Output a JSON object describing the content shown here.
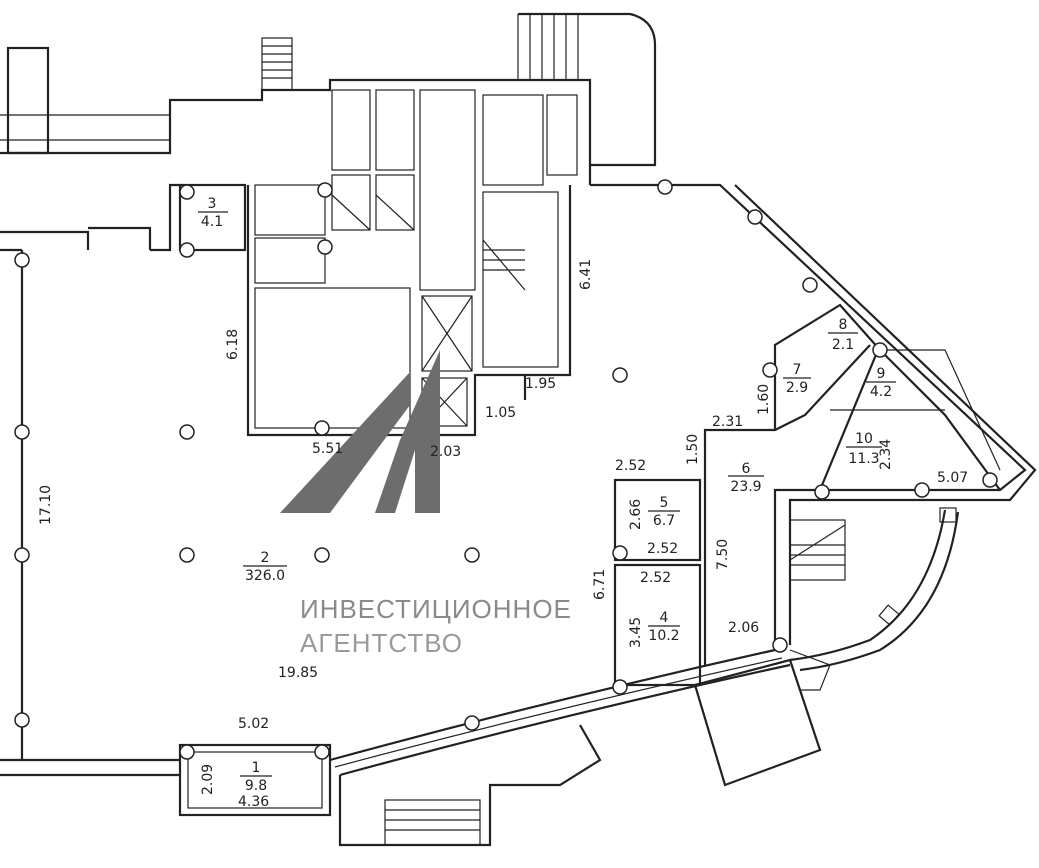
{
  "plan": {
    "rooms": [
      {
        "number": "1",
        "area": "9.8"
      },
      {
        "number": "2",
        "area": "326.0"
      },
      {
        "number": "3",
        "area": "4.1"
      },
      {
        "number": "4",
        "area": "10.2"
      },
      {
        "number": "5",
        "area": "6.7"
      },
      {
        "number": "6",
        "area": "23.9"
      },
      {
        "number": "7",
        "area": "2.9"
      },
      {
        "number": "8",
        "area": "2.1"
      },
      {
        "number": "9",
        "area": "4.2"
      },
      {
        "number": "10",
        "area": "11.3"
      }
    ],
    "dimensions": {
      "d618": "6.18",
      "d551": "5.51",
      "d203": "2.03",
      "d105": "1.05",
      "d195": "1.95",
      "d641": "6.41",
      "d1710": "17.10",
      "d1985": "19.85",
      "d502": "5.02",
      "d209": "2.09",
      "d436": "4.36",
      "d231": "2.31",
      "d160": "1.60",
      "d150": "1.50",
      "d252a": "2.52",
      "d266": "2.66",
      "d252b": "2.52",
      "d252c": "2.52",
      "d671": "6.71",
      "d345": "3.45",
      "d750": "7.50",
      "d206": "2.06",
      "d234": "2.34",
      "d507": "5.07"
    }
  },
  "watermark": {
    "logo": "A1",
    "line1": "ИНВЕСТИЦИОННОЕ",
    "line2": "АГЕНТСТВО",
    "color": "#8a8a8a"
  }
}
